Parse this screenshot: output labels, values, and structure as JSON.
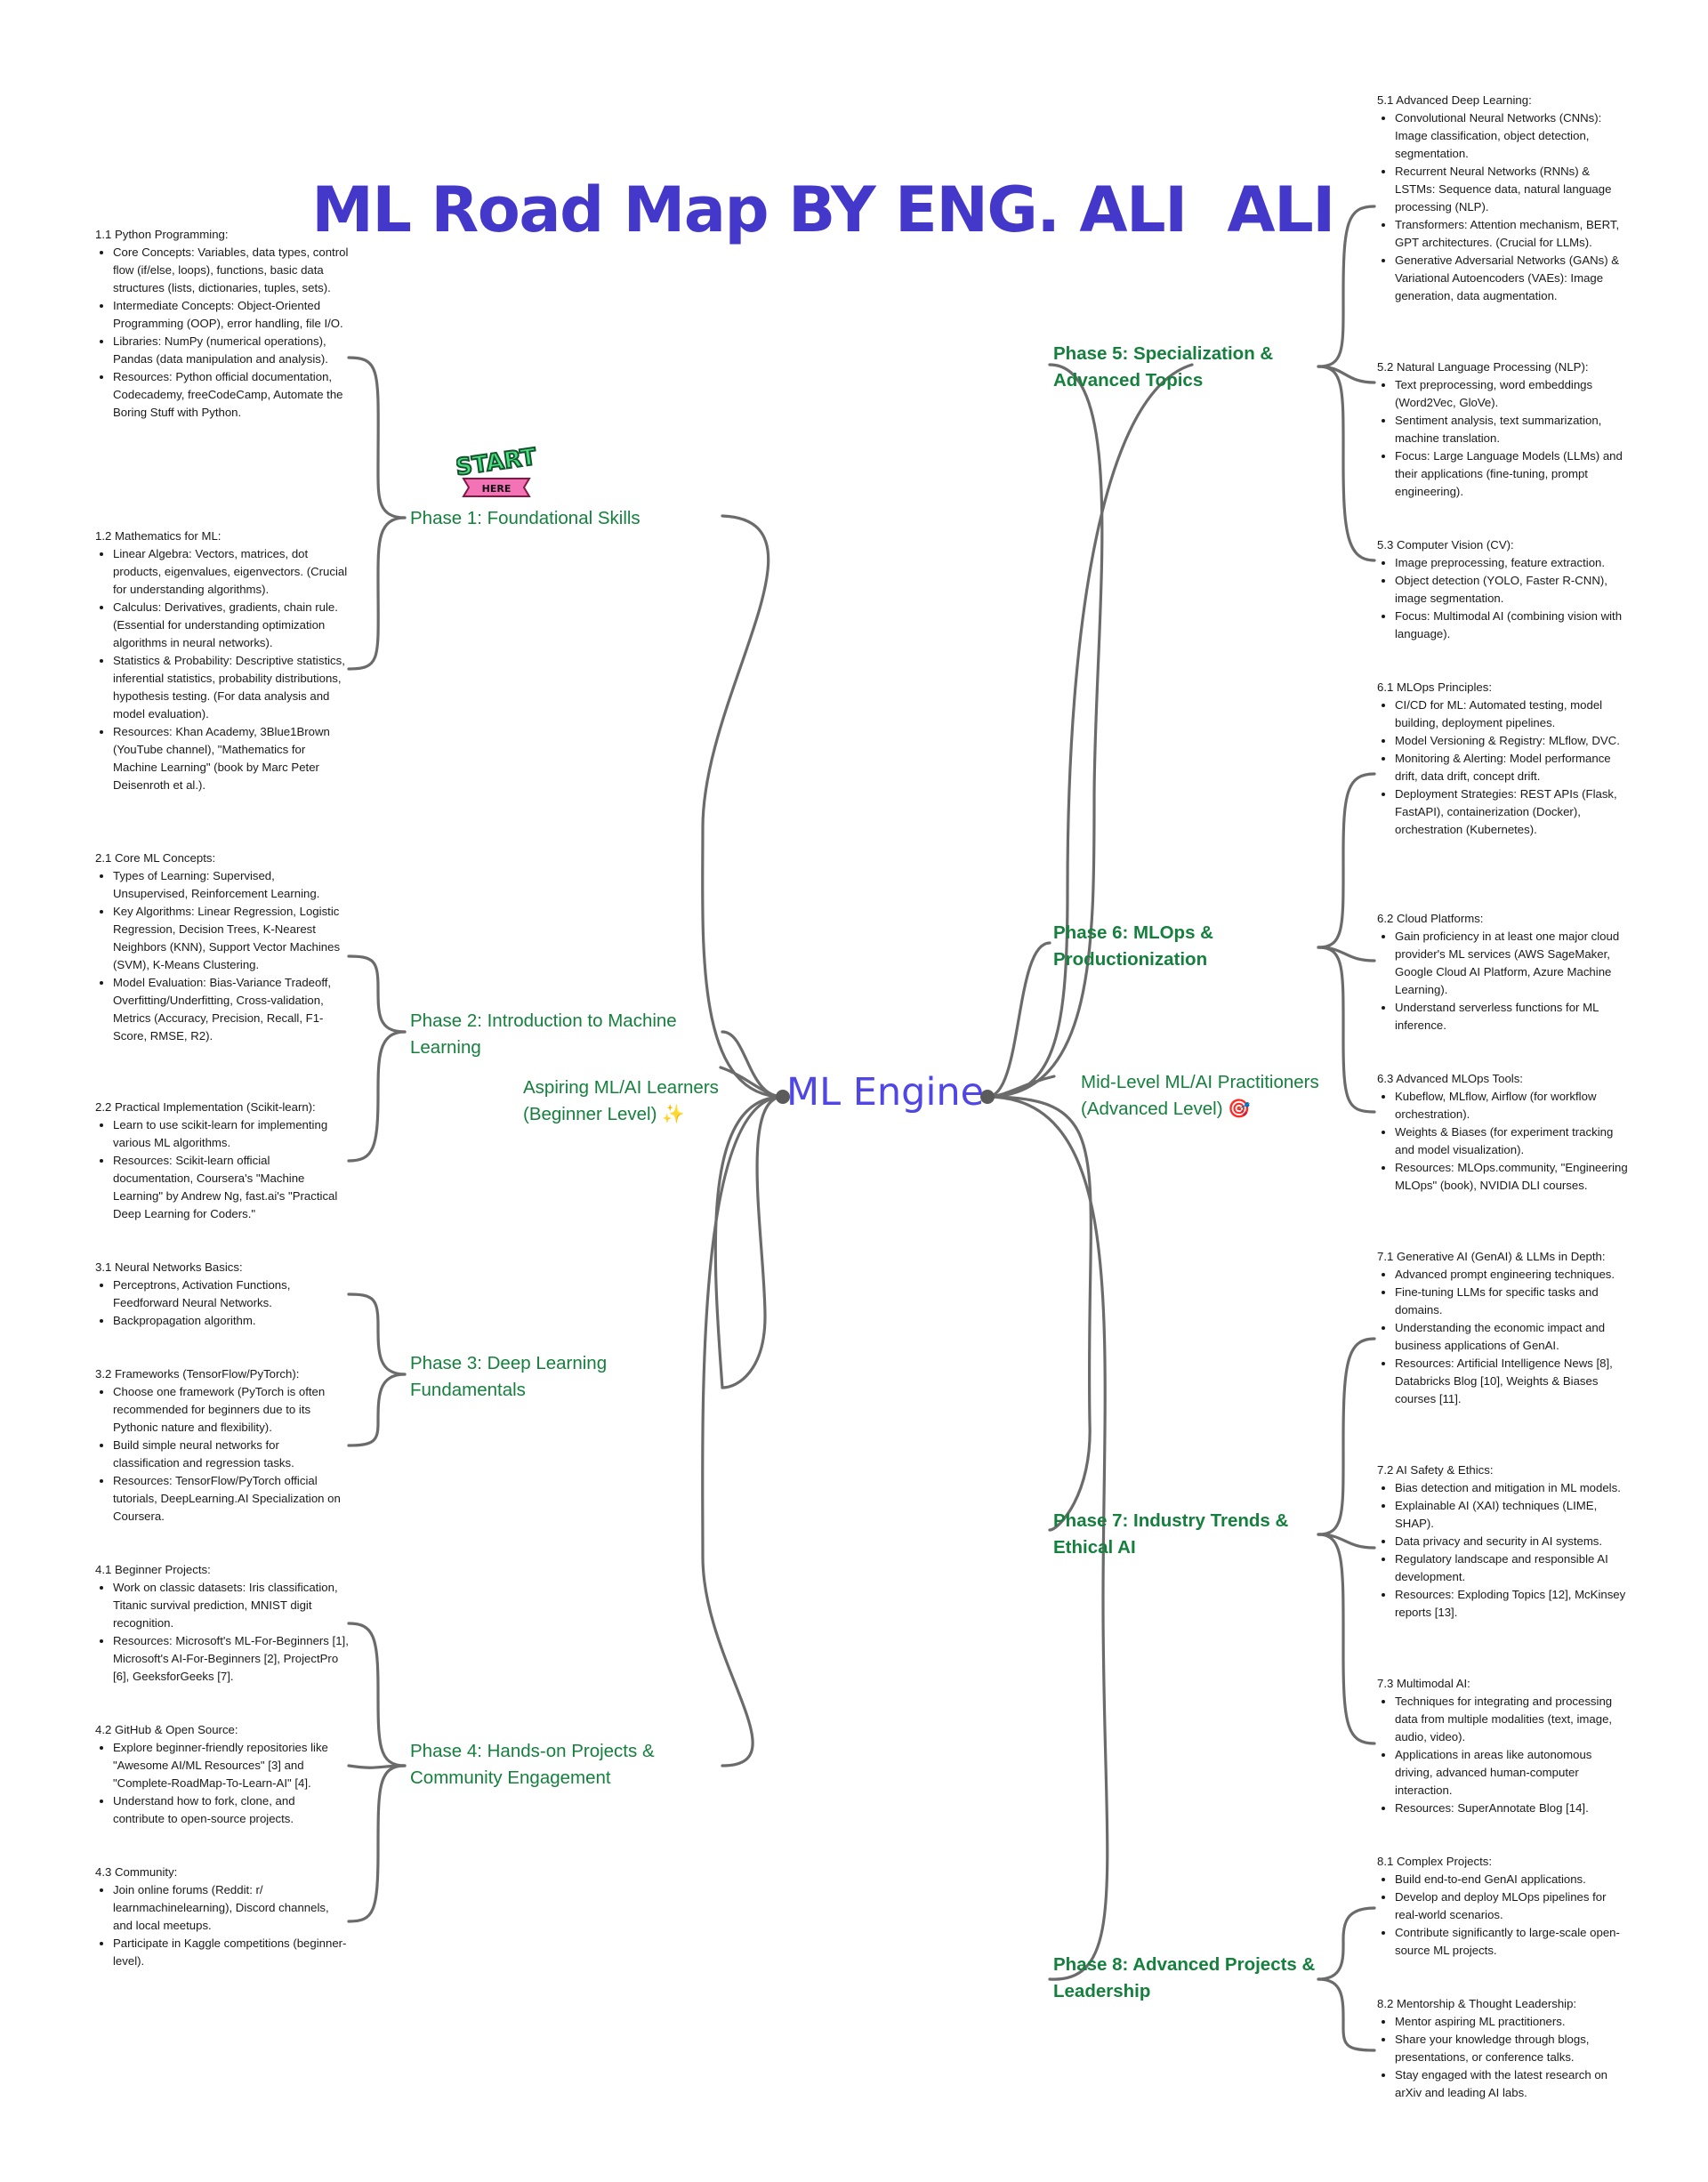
{
  "title": "ML Road Map BY ENG. ALI  ALI",
  "center_label": "ML Engineer",
  "levels": {
    "beginner": "Aspiring ML/AI Learners (Beginner Level) ✨",
    "advanced": "Mid-Level ML/AI Practitioners (Advanced Level) 🎯"
  },
  "start_badge": {
    "top": "START",
    "bottom": "HERE"
  },
  "phases": {
    "p1": "Phase 1: Foundational Skills",
    "p2": "Phase 2: Introduction to Machine Learning",
    "p3": "Phase 3: Deep Learning Fundamentals",
    "p4": "Phase 4: Hands-on Projects & Community Engagement",
    "p5": "Phase 5: Specialization & Advanced Topics",
    "p6": "Phase 6: MLOps & Productionization",
    "p7": "Phase 7: Industry Trends & Ethical AI",
    "p8": "Phase 8: Advanced Projects & Leadership"
  },
  "blocks": {
    "b11": {
      "head": "1.1 Python Programming:",
      "items": [
        "Core Concepts: Variables, data types, control flow (if/else, loops), functions, basic data structures (lists, dictionaries, tuples, sets).",
        "Intermediate Concepts: Object-Oriented Programming (OOP), error handling, file I/O.",
        "Libraries: NumPy (numerical operations), Pandas (data manipulation and analysis).",
        "Resources: Python official documentation, Codecademy, freeCodeCamp, Automate the Boring Stuff with Python."
      ]
    },
    "b12": {
      "head": "1.2 Mathematics for ML:",
      "items": [
        "Linear Algebra: Vectors, matrices, dot products, eigenvalues, eigenvectors. (Crucial for understanding algorithms).",
        "Calculus: Derivatives, gradients, chain rule. (Essential for understanding optimization algorithms in neural networks).",
        "Statistics & Probability: Descriptive statistics, inferential statistics, probability distributions, hypothesis testing. (For data analysis and model evaluation).",
        "Resources: Khan Academy, 3Blue1Brown (YouTube channel), \"Mathematics for Machine Learning\" (book by Marc Peter Deisenroth et al.)."
      ]
    },
    "b21": {
      "head": "2.1 Core ML Concepts:",
      "items": [
        "Types of Learning: Supervised, Unsupervised, Reinforcement Learning.",
        "Key Algorithms: Linear Regression, Logistic Regression, Decision Trees, K-Nearest Neighbors (KNN), Support Vector Machines (SVM), K-Means Clustering.",
        "Model Evaluation: Bias-Variance Tradeoff, Overfitting/Underfitting, Cross-validation, Metrics (Accuracy, Precision, Recall, F1-Score, RMSE, R2)."
      ]
    },
    "b22": {
      "head": "2.2 Practical Implementation (Scikit-learn):",
      "items": [
        "Learn to use scikit-learn for implementing various ML algorithms.",
        "Resources: Scikit-learn official documentation, Coursera's \"Machine Learning\" by Andrew Ng, fast.ai's \"Practical Deep Learning for Coders.\""
      ]
    },
    "b31": {
      "head": "3.1 Neural Networks Basics:",
      "items": [
        "Perceptrons, Activation Functions, Feedforward Neural Networks.",
        "Backpropagation algorithm."
      ]
    },
    "b32": {
      "head": "3.2 Frameworks (TensorFlow/PyTorch):",
      "items": [
        "Choose one framework (PyTorch is often recommended for beginners due to its Pythonic nature and flexibility).",
        "Build simple neural networks for classification and regression tasks.",
        "Resources: TensorFlow/PyTorch official tutorials, DeepLearning.AI Specialization on Coursera."
      ]
    },
    "b41": {
      "head": "4.1 Beginner Projects:",
      "items": [
        "Work on classic datasets: Iris classification, Titanic survival prediction, MNIST digit recognition.",
        "Resources: Microsoft's ML-For-Beginners [1], Microsoft's AI-For-Beginners [2], ProjectPro [6], GeeksforGeeks [7]."
      ]
    },
    "b42": {
      "head": "4.2 GitHub & Open Source:",
      "items": [
        "Explore beginner-friendly repositories like \"Awesome AI/ML Resources\" [3] and \"Complete-RoadMap-To-Learn-AI\" [4].",
        "Understand how to fork, clone, and contribute to open-source projects."
      ]
    },
    "b43": {
      "head": "4.3 Community:",
      "items": [
        "Join online forums (Reddit: r/ learnmachinelearning), Discord channels, and local meetups.",
        "Participate in Kaggle competitions (beginner-level)."
      ]
    },
    "b51": {
      "head": "5.1 Advanced Deep Learning:",
      "items": [
        "Convolutional Neural Networks (CNNs): Image classification, object detection, segmentation.",
        "Recurrent Neural Networks (RNNs) & LSTMs: Sequence data, natural language processing (NLP).",
        "Transformers: Attention mechanism, BERT, GPT architectures. (Crucial for LLMs).",
        "Generative Adversarial Networks (GANs) & Variational Autoencoders (VAEs): Image generation, data augmentation."
      ]
    },
    "b52": {
      "head": "5.2 Natural Language Processing (NLP):",
      "items": [
        "Text preprocessing, word embeddings (Word2Vec, GloVe).",
        "Sentiment analysis, text summarization, machine translation.",
        "Focus: Large Language Models (LLMs) and their applications (fine-tuning, prompt engineering)."
      ]
    },
    "b53": {
      "head": "5.3 Computer Vision (CV):",
      "items": [
        "Image preprocessing, feature extraction.",
        "Object detection (YOLO, Faster R-CNN), image segmentation.",
        "Focus: Multimodal AI (combining vision with language)."
      ]
    },
    "b61": {
      "head": "6.1 MLOps Principles:",
      "items": [
        "CI/CD for ML: Automated testing, model building, deployment pipelines.",
        "Model Versioning & Registry: MLflow, DVC.",
        "Monitoring & Alerting: Model performance drift, data drift, concept drift.",
        "Deployment Strategies: REST APIs (Flask, FastAPI), containerization (Docker), orchestration (Kubernetes)."
      ]
    },
    "b62": {
      "head": "6.2 Cloud Platforms:",
      "items": [
        "Gain proficiency in at least one major cloud provider's ML services (AWS SageMaker, Google Cloud AI Platform, Azure Machine Learning).",
        "Understand serverless functions for ML inference."
      ]
    },
    "b63": {
      "head": "6.3 Advanced MLOps Tools:",
      "items": [
        "Kubeflow, MLflow, Airflow (for workflow orchestration).",
        "Weights & Biases (for experiment tracking and model visualization).",
        "Resources: MLOps.community, \"Engineering MLOps\" (book), NVIDIA DLI courses."
      ]
    },
    "b71": {
      "head": "7.1 Generative AI (GenAI) & LLMs in Depth:",
      "items": [
        "Advanced prompt engineering techniques.",
        "Fine-tuning LLMs for specific tasks and domains.",
        "Understanding the economic impact and business applications of GenAI.",
        "Resources: Artificial Intelligence News [8], Databricks Blog [10], Weights & Biases courses [11]."
      ]
    },
    "b72": {
      "head": "7.2 AI Safety & Ethics:",
      "items": [
        "Bias detection and mitigation in ML models.",
        "Explainable AI (XAI) techniques (LIME, SHAP).",
        "Data privacy and security in AI systems.",
        "Regulatory landscape and responsible AI development.",
        "Resources: Exploding Topics [12], McKinsey reports [13]."
      ]
    },
    "b73": {
      "head": "7.3 Multimodal AI:",
      "items": [
        "Techniques for integrating and processing data from multiple modalities (text, image, audio, video).",
        "Applications in areas like autonomous driving, advanced human-computer interaction.",
        "Resources: SuperAnnotate Blog [14]."
      ]
    },
    "b81": {
      "head": "8.1 Complex Projects:",
      "items": [
        "Build end-to-end GenAI applications.",
        "Develop and deploy MLOps pipelines for real-world scenarios.",
        "Contribute significantly to large-scale open-source ML projects."
      ]
    },
    "b82": {
      "head": "8.2 Mentorship & Thought Leadership:",
      "items": [
        "Mentor aspiring ML practitioners.",
        "Share your knowledge through blogs, presentations, or conference talks.",
        "Stay engaged with the latest research on arXiv and leading AI labs."
      ]
    }
  }
}
